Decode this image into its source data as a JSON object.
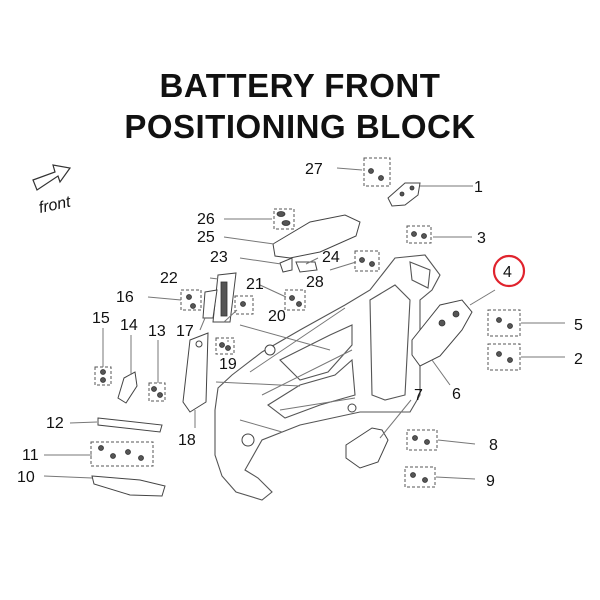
{
  "title": {
    "line1": "BATTERY FRONT",
    "line2": "POSITIONING BLOCK"
  },
  "direction_label": "front",
  "highlight": {
    "callout": "4",
    "ring_color": "#e0232d"
  },
  "callouts": [
    "1",
    "2",
    "3",
    "4",
    "5",
    "6",
    "7",
    "8",
    "9",
    "10",
    "11",
    "12",
    "13",
    "14",
    "15",
    "16",
    "17",
    "18",
    "19",
    "20",
    "21",
    "22",
    "23",
    "24",
    "25",
    "26",
    "27",
    "28"
  ],
  "colors": {
    "line": "#555555",
    "text": "#111111",
    "highlight": "#e0232d"
  }
}
